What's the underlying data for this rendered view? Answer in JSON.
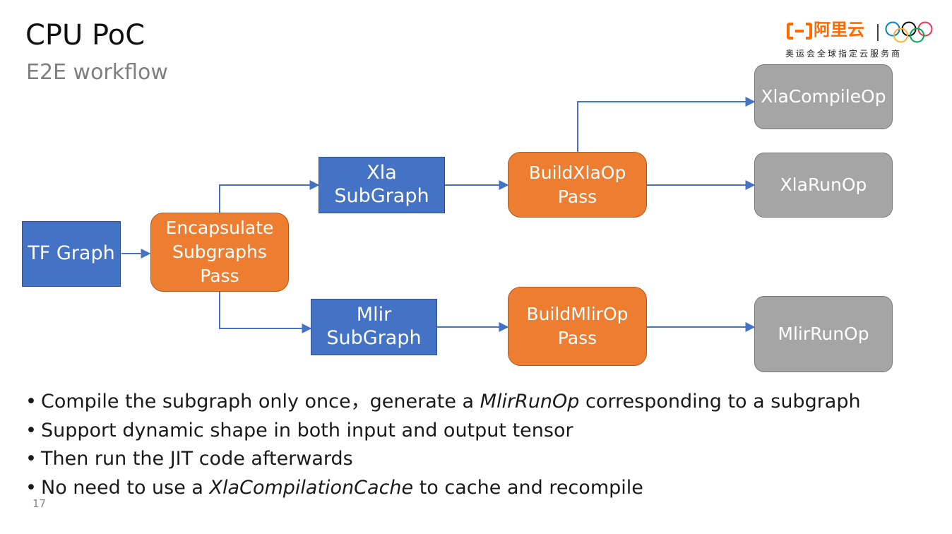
{
  "slide": {
    "title": "CPU PoC",
    "subtitle": "E2E workflow",
    "page_number": "17"
  },
  "logo": {
    "brand_text": "阿里云",
    "tagline": "奥运会全球指定云服务商",
    "colors": {
      "brand": "#ff6a00"
    },
    "rings": [
      "#0081c8",
      "#fcb131",
      "#000000",
      "#00a651",
      "#ee334e"
    ]
  },
  "diagram": {
    "colors": {
      "blue": "#4472c4",
      "orange": "#ed7d31",
      "gray": "#a5a5a5",
      "edge": "#4472c4"
    },
    "nodes": {
      "tf_graph": {
        "lines": [
          "TF Graph"
        ]
      },
      "encapsulate": {
        "lines": [
          "Encapsulate",
          "Subgraphs",
          "Pass"
        ]
      },
      "xla_subgraph": {
        "lines": [
          "Xla",
          "SubGraph"
        ]
      },
      "mlir_subgraph": {
        "lines": [
          "Mlir",
          "SubGraph"
        ]
      },
      "build_xla_op": {
        "lines": [
          "BuildXlaOp",
          "Pass"
        ]
      },
      "build_mlir_op": {
        "lines": [
          "BuildMlirOp",
          "Pass"
        ]
      },
      "xla_compile_op": {
        "lines": [
          "XlaCompileOp"
        ]
      },
      "xla_run_op": {
        "lines": [
          "XlaRunOp"
        ]
      },
      "mlir_run_op": {
        "lines": [
          "MlirRunOp"
        ]
      }
    },
    "edges": [
      [
        "tf_graph",
        "encapsulate"
      ],
      [
        "encapsulate",
        "xla_subgraph"
      ],
      [
        "encapsulate",
        "mlir_subgraph"
      ],
      [
        "xla_subgraph",
        "build_xla_op"
      ],
      [
        "build_xla_op",
        "xla_compile_op"
      ],
      [
        "build_xla_op",
        "xla_run_op"
      ],
      [
        "mlir_subgraph",
        "build_mlir_op"
      ],
      [
        "build_mlir_op",
        "mlir_run_op"
      ]
    ]
  },
  "bullets": {
    "bullet_char": "•",
    "items": [
      {
        "before": "Compile the subgraph only once，generate a ",
        "italic": "MlirRunOp",
        "after": " corresponding to a subgraph"
      },
      {
        "before": "Support dynamic shape in both input and output tensor",
        "italic": "",
        "after": ""
      },
      {
        "before": "Then run the JIT code afterwards",
        "italic": "",
        "after": ""
      },
      {
        "before": "No need to use a ",
        "italic": "XlaCompilationCache",
        "after": " to cache and recompile"
      }
    ]
  }
}
